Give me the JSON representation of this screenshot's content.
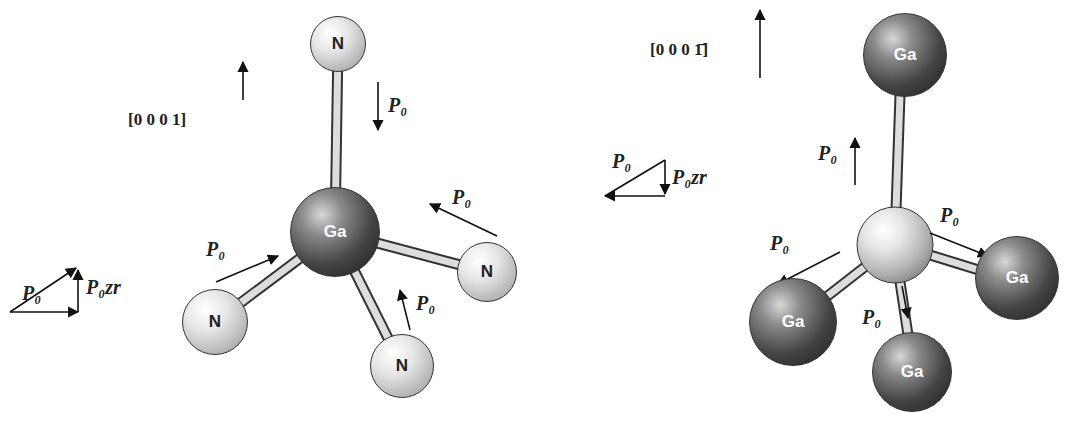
{
  "diagram": {
    "nodes": [
      {
        "text": [
          "N"
        ]
      },
      {
        "text": [
          "Ga"
        ]
      },
      {
        "text": [
          "N"
        ]
      },
      {
        "text": [
          "N"
        ]
      },
      {
        "text": [
          "N"
        ]
      },
      {
        "text": [
          "Ga"
        ]
      },
      {
        "text": [
          "Ga"
        ]
      },
      {
        "text": [
          "Ga"
        ]
      },
      {
        "text": [
          "Ga"
        ]
      }
    ],
    "edges": [
      {
        "from": 0,
        "to": 1,
        "arrow": "none"
      },
      {
        "from": 2,
        "to": 1,
        "arrow": "none"
      },
      {
        "from": 3,
        "to": 1,
        "arrow": "none"
      },
      {
        "from": 4,
        "to": 1,
        "arrow": "none"
      }
    ],
    "labels": [
      "[0 0 0 1]",
      "P₀",
      "P₀zr",
      "P₀",
      "P₀",
      "P₀",
      "P₀",
      "[0 0 0 1̄]",
      "P₀",
      "P₀zr",
      "P₀",
      "P₀",
      "P₀",
      "P₀"
    ]
  }
}
